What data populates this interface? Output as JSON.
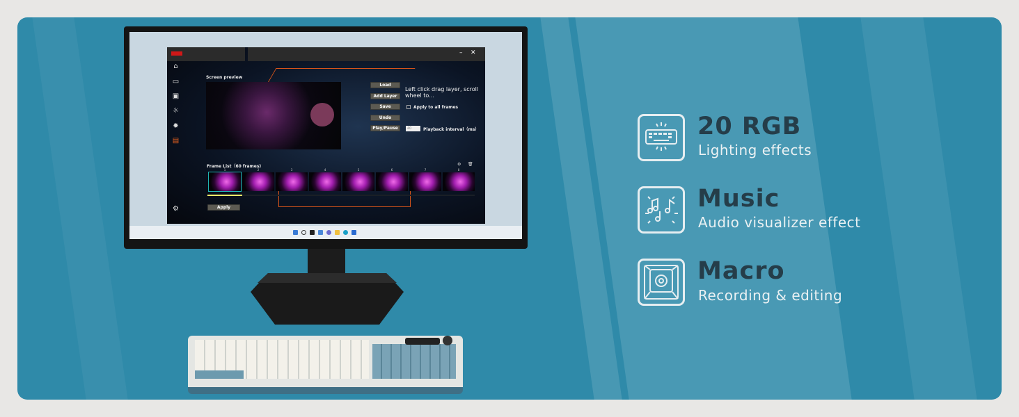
{
  "app": {
    "window_controls": {
      "minimize": "–",
      "close": "✕"
    },
    "sidebar_icons": [
      "home-icon",
      "keyboard-icon",
      "terminal-icon",
      "light-bulb-icon",
      "sun-icon",
      "led-strip-icon"
    ],
    "settings_icon": "gear-icon",
    "screen_preview_label": "Screen preview",
    "buttons": {
      "load": "Load",
      "add_layer": "Add Layer",
      "save": "Save",
      "undo": "Undo",
      "play_pause": "Play/Pause",
      "apply": "Apply"
    },
    "hint_text": "Left click drag layer, scroll wheel to...",
    "apply_all_frames": {
      "label": "Apply to all frames",
      "checked": false
    },
    "playback_interval": {
      "value": "40",
      "label": "Playback interval（ms）"
    },
    "frame_list": {
      "label": "Frame List（60 frames)",
      "visible_frames": [
        "1",
        "2",
        "3",
        "4",
        "5",
        "6",
        "7",
        "8"
      ],
      "selected_frame": "1",
      "progress": 0.13
    }
  },
  "features": [
    {
      "title": "20 RGB",
      "subtitle": "Lighting effects",
      "icon": "keyboard-rgb-icon"
    },
    {
      "title": "Music",
      "subtitle": "Audio visualizer effect",
      "icon": "music-notes-icon"
    },
    {
      "title": "Macro",
      "subtitle": "Recording & editing",
      "icon": "macro-key-icon"
    }
  ],
  "colors": {
    "background": "#2f8aa9",
    "accent_orange": "#d8541a",
    "selected_frame": "#1fb5b5",
    "progress": "#f2f06a",
    "feature_title": "#253d49"
  }
}
